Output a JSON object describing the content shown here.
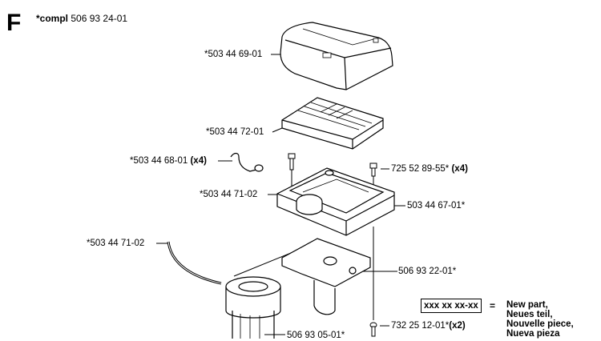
{
  "header": {
    "section_letter": "F",
    "compl_prefix": "*compl",
    "compl_number": "506 93 24-01"
  },
  "parts": {
    "cover": "*503 44 69-01",
    "filter": "*503 44 72-01",
    "clip": "*503 44 68-01",
    "clip_qty": "(x4)",
    "gasket_top": "*503 44 71-02",
    "screw_top": "725 52 89-55*",
    "screw_top_qty": "(x4)",
    "base": "503 44 67-01*",
    "gasket_cord": "*503 44 71-02",
    "bracket": "506 93 22-01*",
    "screw_bottom": "732 25 12-01*",
    "screw_bottom_qty": "(x2)",
    "intake": "506 93 05-01*"
  },
  "legend": {
    "code": "xxx xx xx-xx",
    "equals": "=",
    "lines": [
      "New part,",
      "Neues teil,",
      "Nouvelle piece,",
      "Nueva pieza"
    ]
  }
}
